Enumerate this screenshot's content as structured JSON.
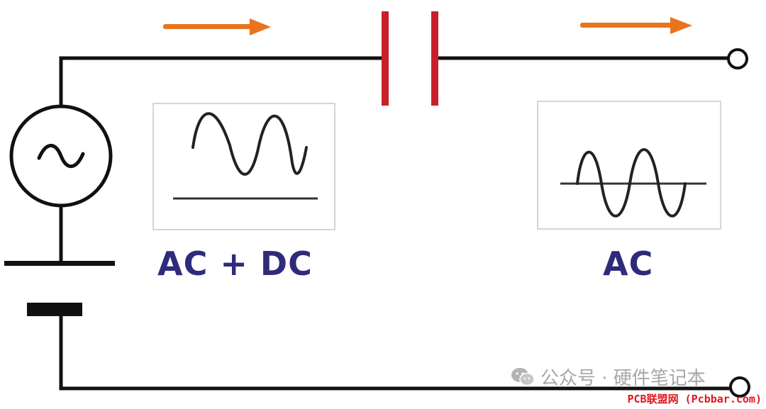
{
  "labels": {
    "input_signal": "AC + DC",
    "output_signal": "AC"
  },
  "watermarks": {
    "wechat": "公众号 · 硬件笔记本",
    "site": "PCB联盟网 (Pcbbar.com)"
  },
  "colors": {
    "wire": "#111111",
    "capacitor": "#c8202a",
    "arrow": "#e8741e",
    "label": "#2e2c7a",
    "site_watermark": "#e0161e"
  },
  "icons": [
    "ac-source-icon",
    "dc-battery-icon",
    "capacitor-icon",
    "current-arrow-icon",
    "terminal-icon",
    "wechat-icon"
  ]
}
